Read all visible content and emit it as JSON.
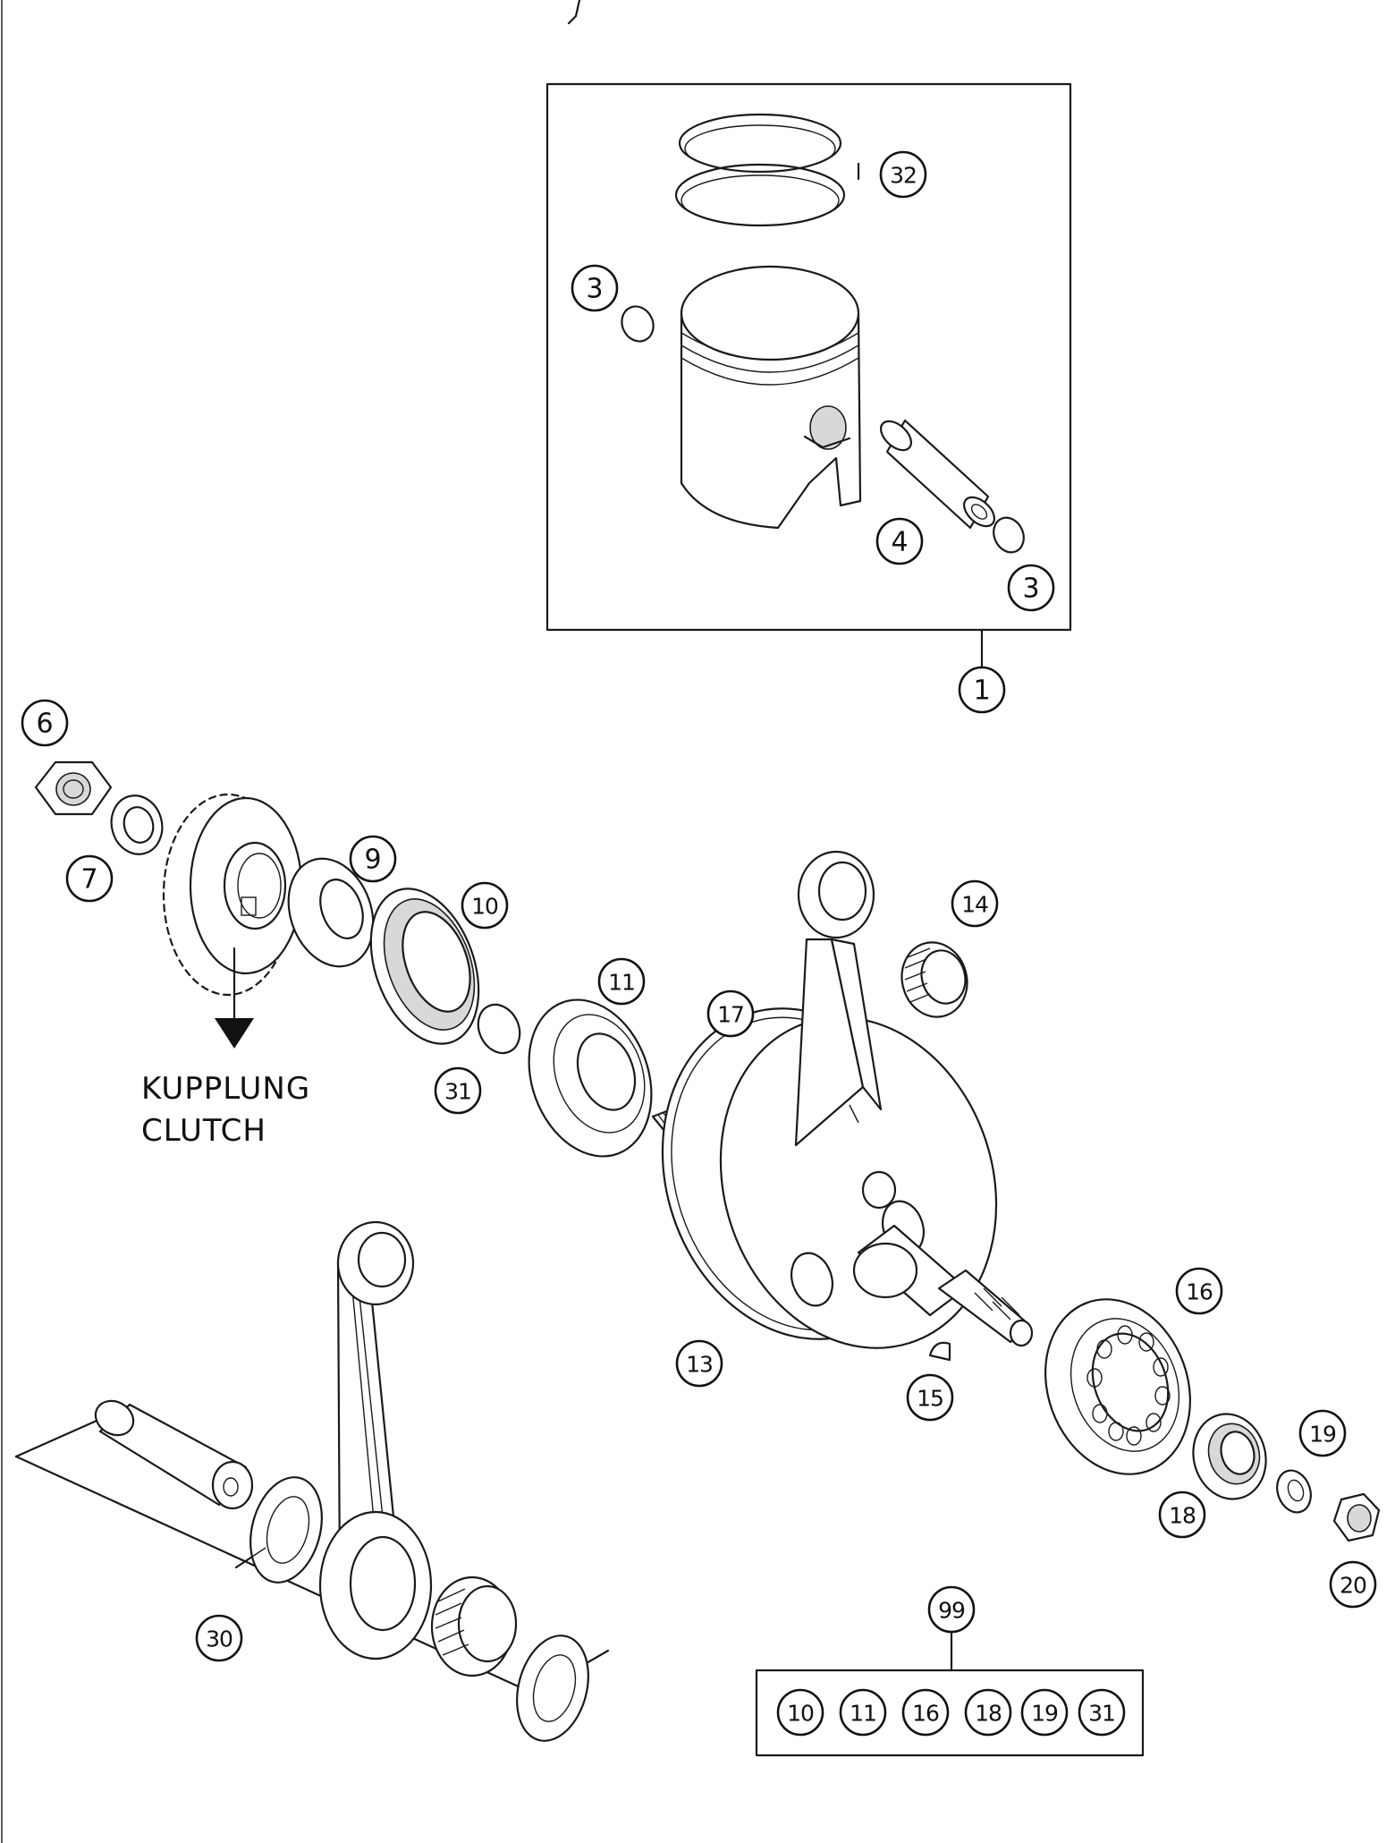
{
  "labels": {
    "kupplung": "KUPPLUNG",
    "clutch": "CLUTCH"
  },
  "callouts": {
    "c32": "32",
    "c3a": "3",
    "c4": "4",
    "c3b": "3",
    "c1": "1",
    "c6": "6",
    "c7": "7",
    "c9": "9",
    "c10": "10",
    "c11": "11",
    "c14": "14",
    "c17": "17",
    "c31": "31",
    "c16": "16",
    "c13": "13",
    "c15": "15",
    "c19": "19",
    "c18": "18",
    "c20": "20",
    "c30": "30",
    "c99": "99"
  },
  "kit_99_contents": [
    "10",
    "11",
    "16",
    "18",
    "19",
    "31"
  ]
}
